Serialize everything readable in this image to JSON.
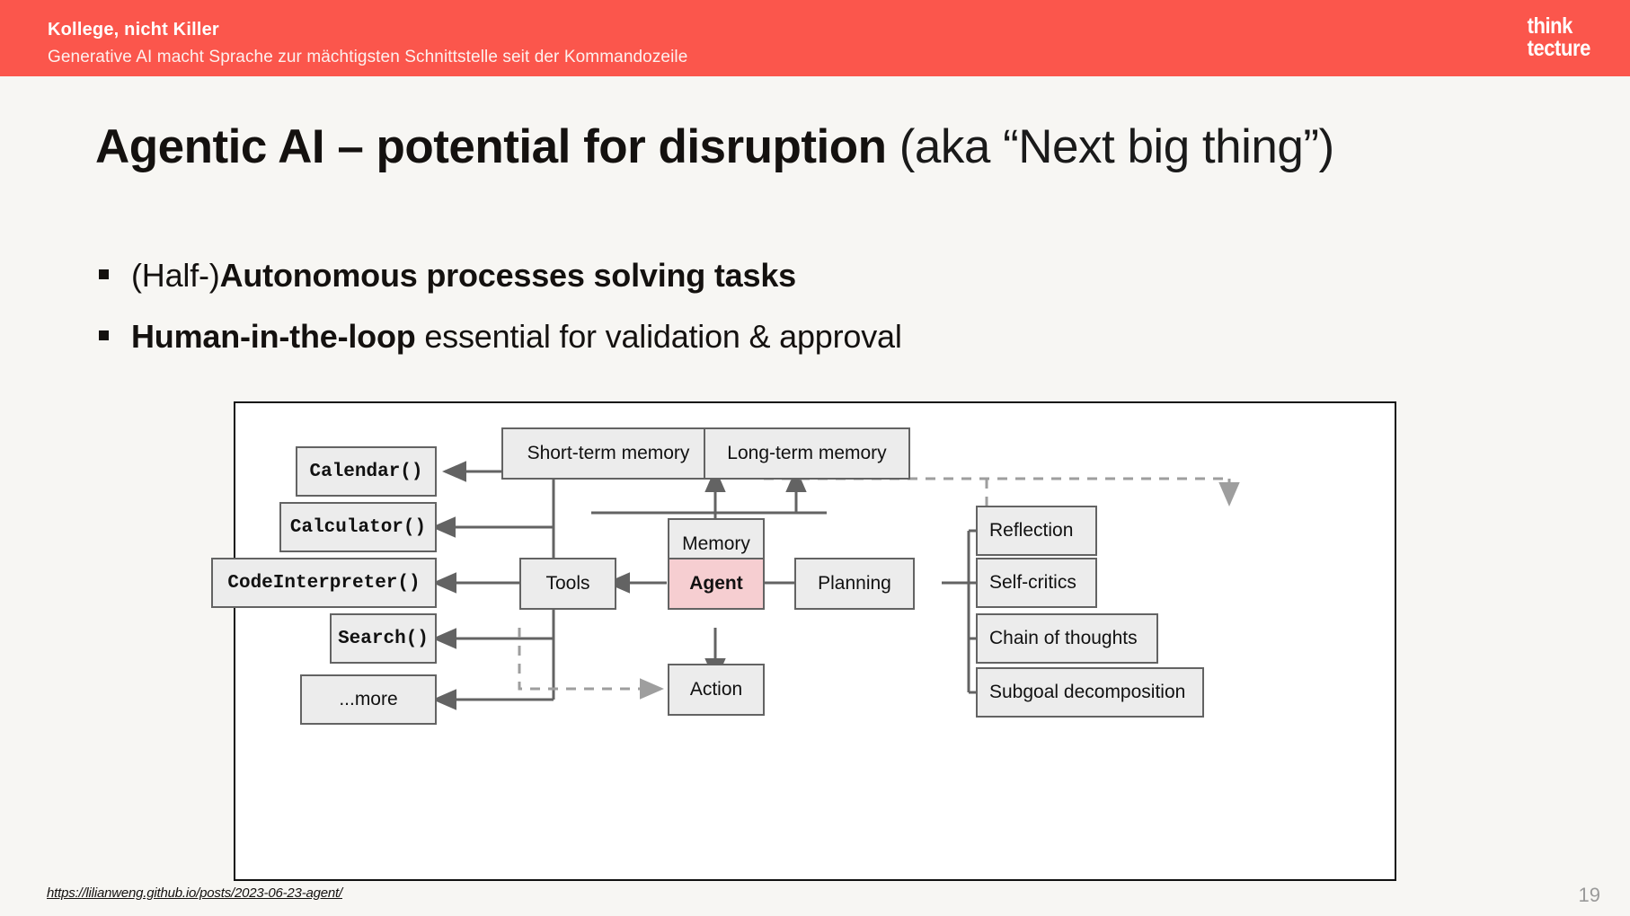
{
  "header": {
    "title": "Kollege, nicht Killer",
    "subtitle": "Generative AI macht Sprache zur mächtigsten Schnittstelle seit der Kommandozeile",
    "logo_line1": "think",
    "logo_line2": "tecture",
    "bar_color": "#fb564c"
  },
  "title": {
    "strong": "Agentic AI – potential for disruption",
    "light": " (aka “Next big thing”)"
  },
  "bullets": [
    {
      "light_prefix": "(Half-)",
      "strong": "Autonomous processes solving tasks",
      "light_suffix": ""
    },
    {
      "light_prefix": "",
      "strong": "Human-in-the-loop",
      "light_suffix": " essential for validation & approval"
    }
  ],
  "diagram": {
    "memory_row": [
      {
        "id": "short-term-memory",
        "label": "Short-term memory"
      },
      {
        "id": "long-term-memory",
        "label": "Long-term memory"
      }
    ],
    "core": [
      {
        "id": "memory",
        "label": "Memory"
      },
      {
        "id": "agent",
        "label": "Agent"
      },
      {
        "id": "action",
        "label": "Action"
      },
      {
        "id": "tools",
        "label": "Tools"
      },
      {
        "id": "planning",
        "label": "Planning"
      }
    ],
    "tools": [
      {
        "id": "calendar",
        "label": "Calendar()"
      },
      {
        "id": "calculator",
        "label": "Calculator()"
      },
      {
        "id": "code-interpreter",
        "label": "CodeInterpreter()"
      },
      {
        "id": "search",
        "label": "Search()"
      },
      {
        "id": "more",
        "label": "...more"
      }
    ],
    "planning_items": [
      {
        "id": "reflection",
        "label": "Reflection"
      },
      {
        "id": "self-critics",
        "label": "Self-critics"
      },
      {
        "id": "chain-of-thoughts",
        "label": "Chain of thoughts"
      },
      {
        "id": "subgoal-decomposition",
        "label": "Subgoal decomposition"
      }
    ],
    "colors": {
      "node_fill": "#ececec",
      "node_border": "#636363",
      "agent_fill": "#f6ced1",
      "connector": "#636363",
      "dashed_connector": "#9e9e9e"
    }
  },
  "footer": {
    "source_url": "https://lilianweng.github.io/posts/2023-06-23-agent/",
    "page_number": "19"
  }
}
